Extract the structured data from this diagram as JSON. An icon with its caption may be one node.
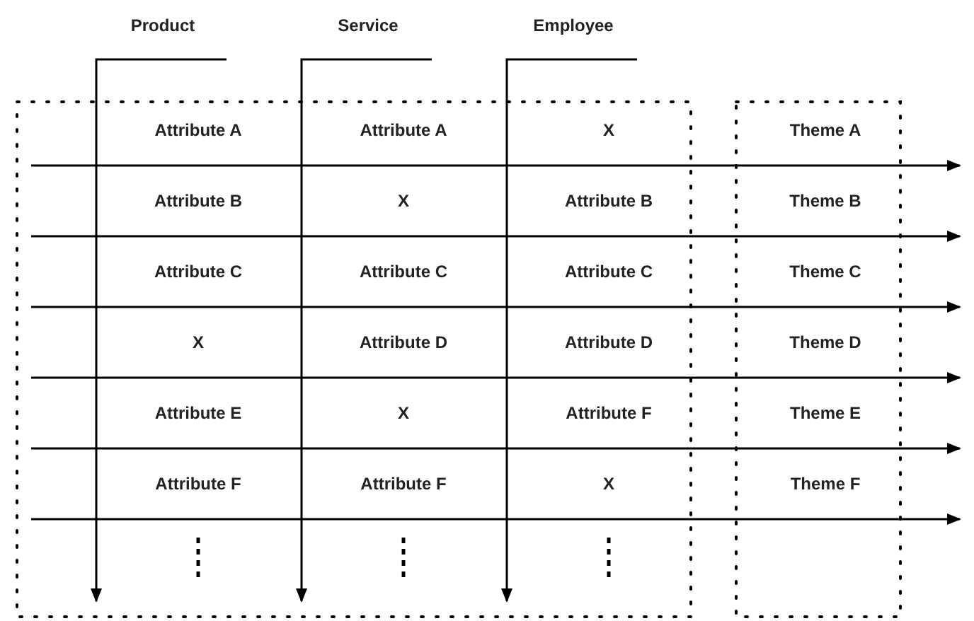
{
  "diagram": {
    "labels": [
      "Product",
      "Service",
      "Employee",
      "Attribute A",
      "Attribute A",
      "X",
      "Theme A",
      "Attribute B",
      "X",
      "Attribute B",
      "Theme B",
      "Attribute C",
      "Attribute C",
      "Attribute C",
      "Theme C",
      "X",
      "Attribute D",
      "Attribute D",
      "Theme D",
      "Attribute E",
      "X",
      "Attribute F",
      "Theme E",
      "Attribute F",
      "Attribute F",
      "X",
      "Theme F"
    ]
  }
}
